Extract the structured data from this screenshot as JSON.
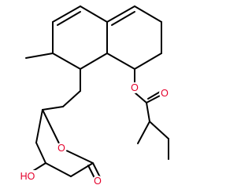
{
  "molecule": {
    "atom_labels": {
      "ester_oxygen": "O",
      "carbonyl_oxygen_ester": "O",
      "ring_oxygen_lactone": "O",
      "carbonyl_oxygen_lactone": "O",
      "hydroxyl": "HO"
    },
    "colors": {
      "bond": "#000000",
      "oxygen": "#e4002b",
      "background": "#ffffff"
    }
  }
}
